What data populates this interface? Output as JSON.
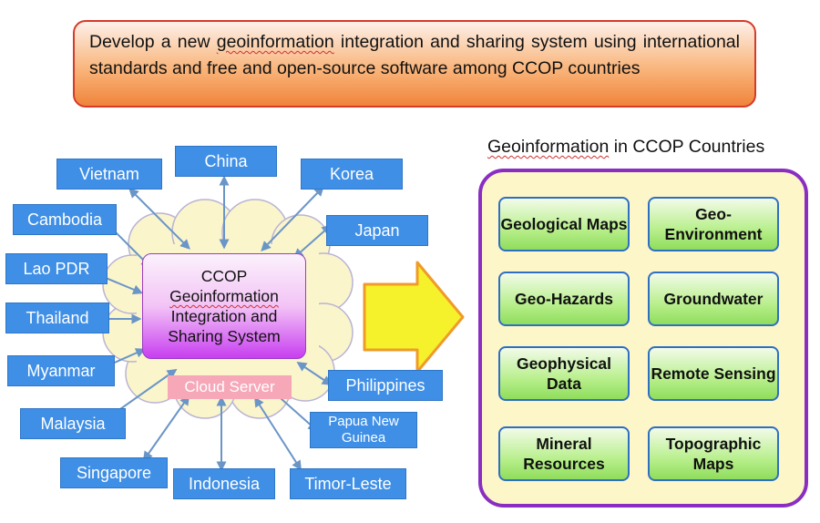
{
  "banner": {
    "part1": "Develop a new ",
    "part2": "geoinformation",
    "part3": " integration and sharing system using international standards and free and open-source software among CCOP countries"
  },
  "countries": [
    "Vietnam",
    "China",
    "Korea",
    "Cambodia",
    "Japan",
    "Lao PDR",
    "Thailand",
    "Myanmar",
    "Philippines",
    "Malaysia",
    "Papua New Guinea",
    "Singapore",
    "Indonesia",
    "Timor-Leste"
  ],
  "center": {
    "line1": "CCOP",
    "line2": "Geoinformation",
    "line3": "Integration and",
    "line4": "Sharing System"
  },
  "cloud_server": "Cloud Server",
  "geo_title": {
    "underlined": "Geoinformation",
    "rest": " in CCOP Countries"
  },
  "geo_items": [
    "Geological Maps",
    "Geo-Environment",
    "Geo-Hazards",
    "Groundwater",
    "Geophysical Data",
    "Remote Sensing",
    "Mineral Resources",
    "Topographic Maps"
  ],
  "colors": {
    "country_box": "#3f8fe6",
    "arrow": "#6a95c7",
    "panel_border": "#8a2ec2",
    "panel_fill": "#fdf6c8",
    "big_arrow": "#f5f12a"
  }
}
